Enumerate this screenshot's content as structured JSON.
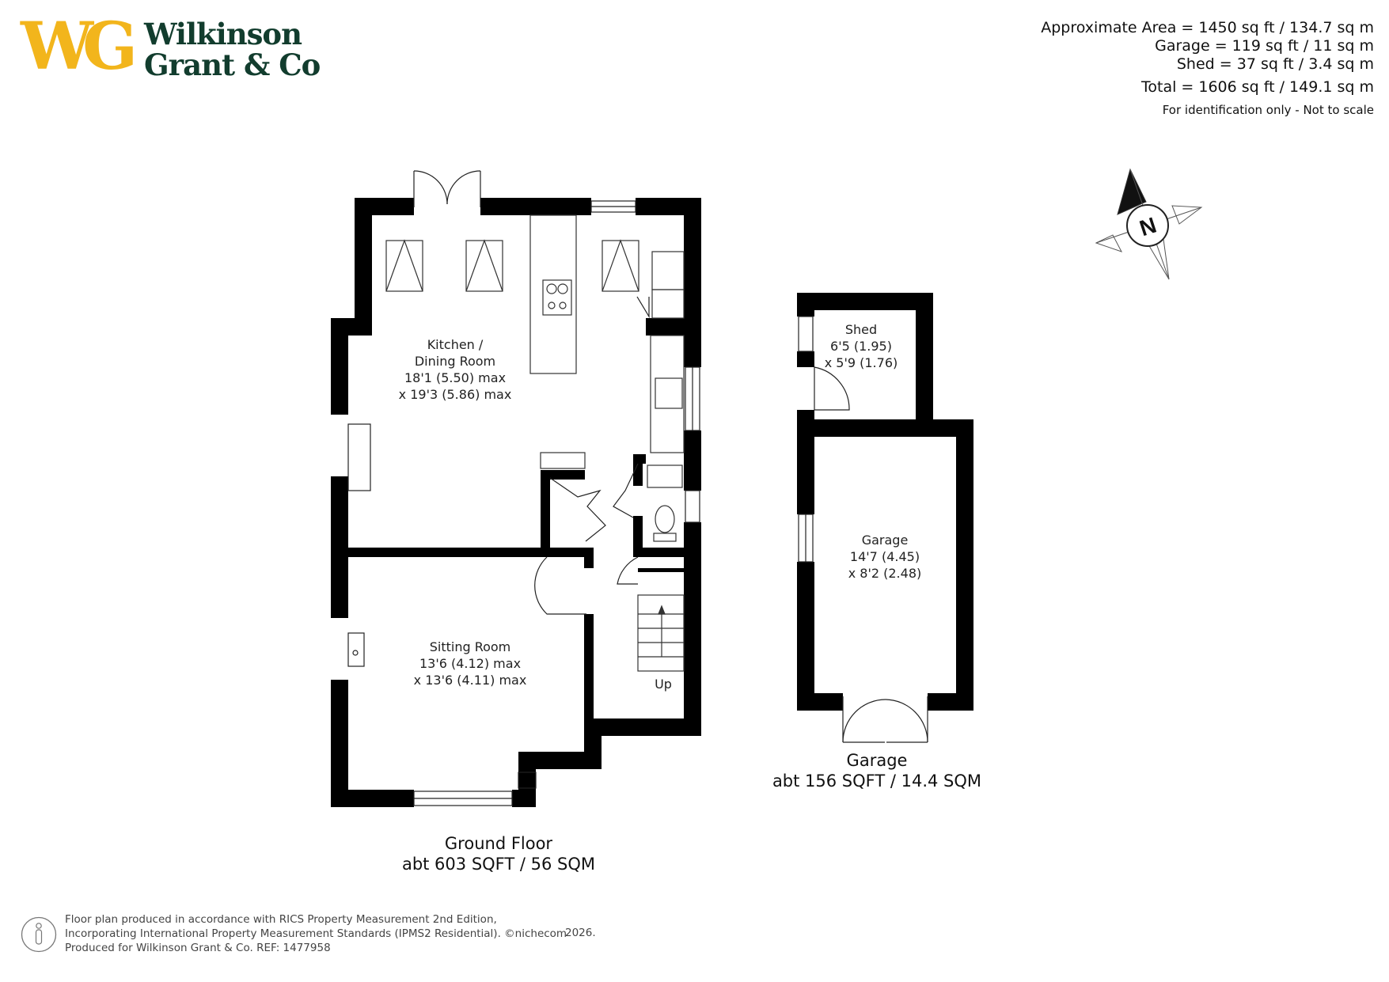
{
  "logo": {
    "monogram": "WG",
    "name_line1": "Wilkinson",
    "name_line2": "Grant & Co",
    "gold": "#f2b51c",
    "green": "#123d2e"
  },
  "area_summary": {
    "approximate_area": "Approximate Area = 1450 sq ft / 134.7 sq m",
    "garage": "Garage = 119 sq ft / 11 sq m",
    "shed": "Shed = 37 sq ft / 3.4 sq m",
    "total": "Total = 1606 sq ft / 149.1 sq m",
    "note": "For identification only - Not to scale"
  },
  "compass": {
    "letter": "N"
  },
  "rooms": {
    "kitchen": {
      "name_line1": "Kitchen /",
      "name_line2": "Dining Room",
      "dim1": "18'1 (5.50) max",
      "dim2": "x 19'3 (5.86) max"
    },
    "sitting": {
      "name": "Sitting Room",
      "dim1": "13'6 (4.12) max",
      "dim2": "x 13'6 (4.11) max"
    },
    "shed": {
      "name": "Shed",
      "dim1": "6'5 (1.95)",
      "dim2": "x 5'9 (1.76)"
    },
    "garage": {
      "name": "Garage",
      "dim1": "14'7 (4.45)",
      "dim2": "x 8'2 (2.48)"
    },
    "stairs_label": "Up"
  },
  "floors": {
    "ground_title": "Ground Floor",
    "ground_area": "abt 603 SQFT / 56 SQM",
    "garage_title": "Garage",
    "garage_area": "abt 156 SQFT / 14.4 SQM"
  },
  "footer": {
    "line1": "Floor plan produced in accordance with RICS Property Measurement 2nd Edition,",
    "line2": "Incorporating International Property Measurement Standards (IPMS2 Residential). ©nichecom",
    "line3": "Produced for Wilkinson Grant & Co.  REF:  1477958",
    "year": "2026."
  },
  "colors": {
    "wall": "#000000",
    "text": "#111111"
  }
}
